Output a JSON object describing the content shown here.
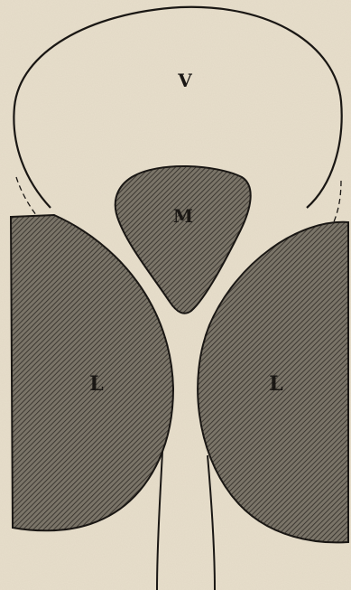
{
  "diagram": {
    "labels": {
      "vessel": "V",
      "middle": "M",
      "left_lobe": "L",
      "right_lobe": "L"
    },
    "colors": {
      "paper": "#e8dfcc",
      "ink": "#1a1714",
      "hatch_fill": "#7a7468",
      "hatch_line": "#2e2a25"
    }
  }
}
